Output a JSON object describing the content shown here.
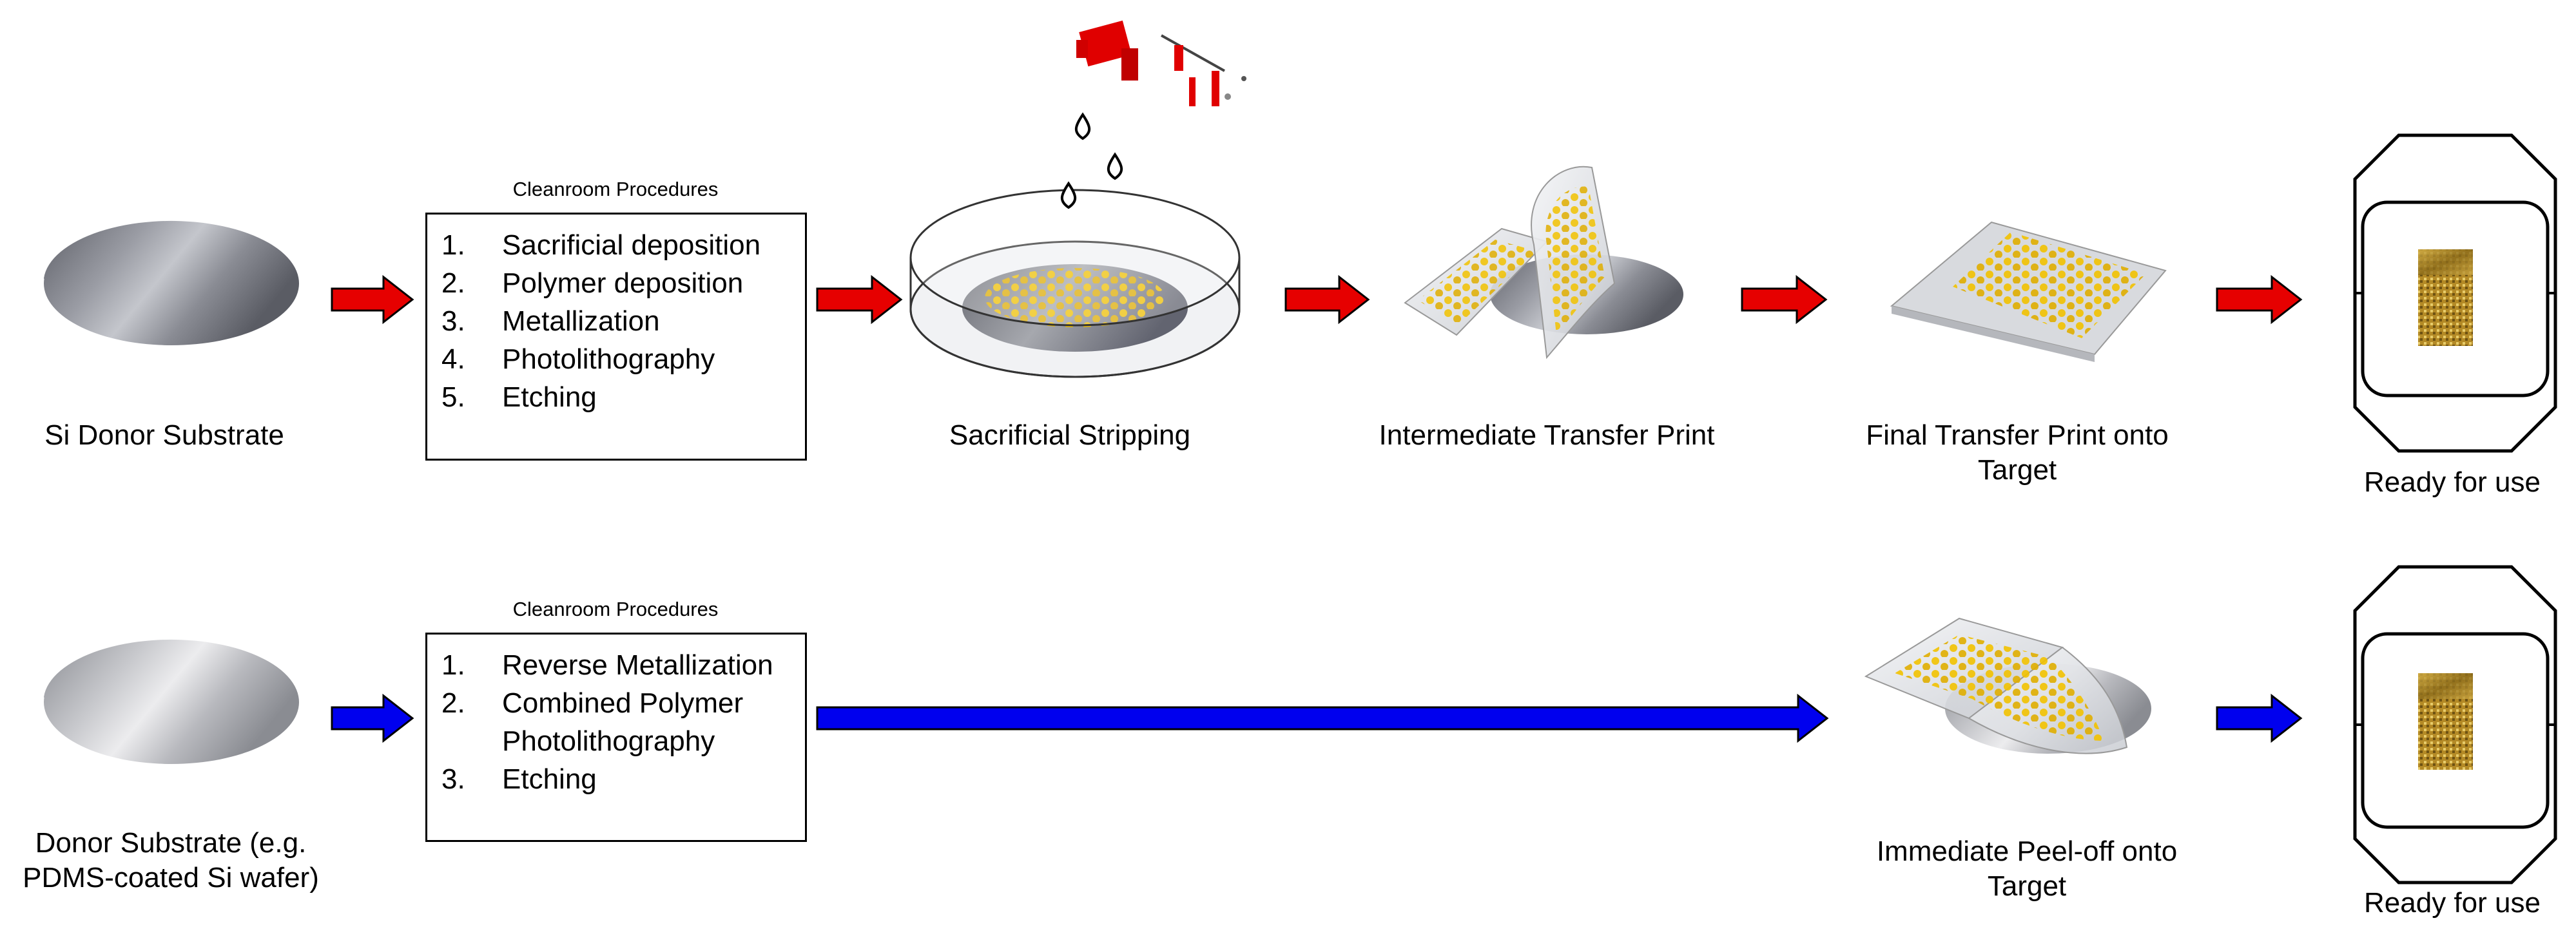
{
  "row1": {
    "substrate_label": "Si Donor Substrate",
    "procedures_title": "Cleanroom Procedures",
    "steps": [
      {
        "num": "1.",
        "text": "Sacrificial deposition"
      },
      {
        "num": "2.",
        "text": "Polymer deposition"
      },
      {
        "num": "3.",
        "text": "Metallization"
      },
      {
        "num": "4.",
        "text": "Photolithography"
      },
      {
        "num": "5.",
        "text": "Etching"
      }
    ],
    "stripping_label": "Sacrificial Stripping",
    "intermediate_label": "Intermediate Transfer Print",
    "final_label": "Final Transfer Print onto Target",
    "ready_label": "Ready for use",
    "arrow_color": "#e60000"
  },
  "row2": {
    "substrate_label": "Donor Substrate (e.g. PDMS-coated Si wafer)",
    "procedures_title": "Cleanroom Procedures",
    "steps": [
      {
        "num": "1.",
        "text": "Reverse Metallization"
      },
      {
        "num": "2.",
        "text": "Combined Polymer Photolithography"
      },
      {
        "num": "3.",
        "text": "Etching"
      }
    ],
    "peel_label": "Immediate Peel-off onto Target",
    "ready_label": "Ready for use",
    "arrow_color": "#0000ee"
  }
}
